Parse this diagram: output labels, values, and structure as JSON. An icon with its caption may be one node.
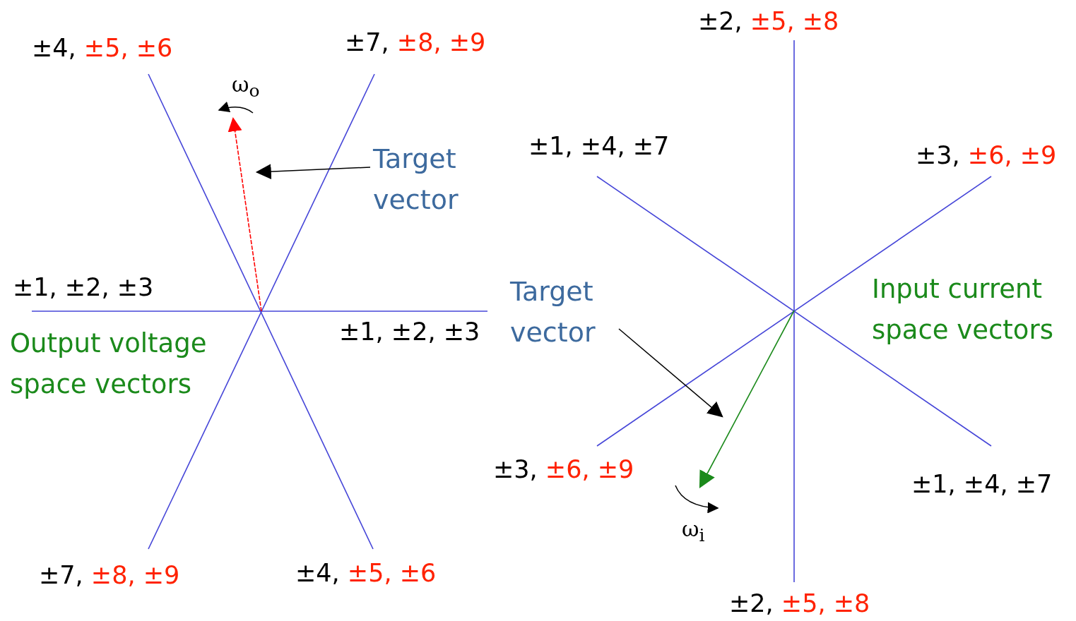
{
  "diagram": {
    "nodes": [
      {
        "text": [
          "Target vector"
        ]
      },
      {
        "text": [],
        "shape": "arrow"
      },
      {
        "text": [
          "Target vector"
        ]
      },
      {
        "text": [],
        "shape": "arrow"
      }
    ],
    "edges": [
      {
        "from": 0,
        "to": 1,
        "arrow": "to"
      },
      {
        "from": 2,
        "to": 3,
        "arrow": "to"
      }
    ],
    "labels": [
      "±2, ±5, ±8",
      "±4, ±5, ±6",
      "±7, ±8, ±9",
      "ω$_{o}$",
      "±1, ±4, ±7",
      "±3, ±6, ±9",
      "Input current space vectors",
      "±1, ±2, ±3",
      "±1, ±2, ±3",
      "Output voltage space vectors",
      "±3, ±6, ±9",
      "±1, ±4, ±7",
      "ω$_{i}$",
      "±7, ±8, ±9",
      "±4, ±5, ±6",
      "±2, ±5, ±8"
    ]
  }
}
